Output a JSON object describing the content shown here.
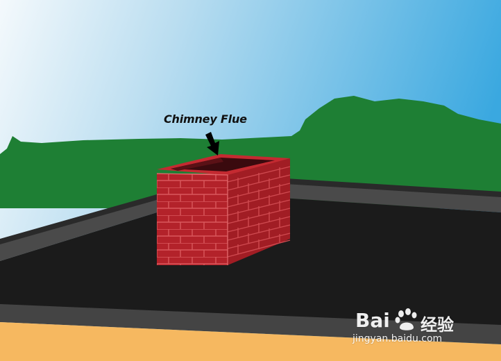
{
  "labels": {
    "chimney_flue": "Chimney Flue"
  },
  "watermark": {
    "brand_left": "Bai",
    "brand_right": "经验",
    "url": "jingyan.baidu.com"
  },
  "colors": {
    "sky_top_left": "#eef6fb",
    "sky_right": "#3aa8e0",
    "hills": "#1e7f34",
    "roof_surface": "#1b1b1b",
    "roof_edge": "#4a4a4a",
    "ground": "#f6b860",
    "brick_front": "#b3222a",
    "brick_side": "#a11d24",
    "mortar": "#d9585c",
    "flue_opening": "#3a0a0e",
    "arrow": "#000000"
  }
}
